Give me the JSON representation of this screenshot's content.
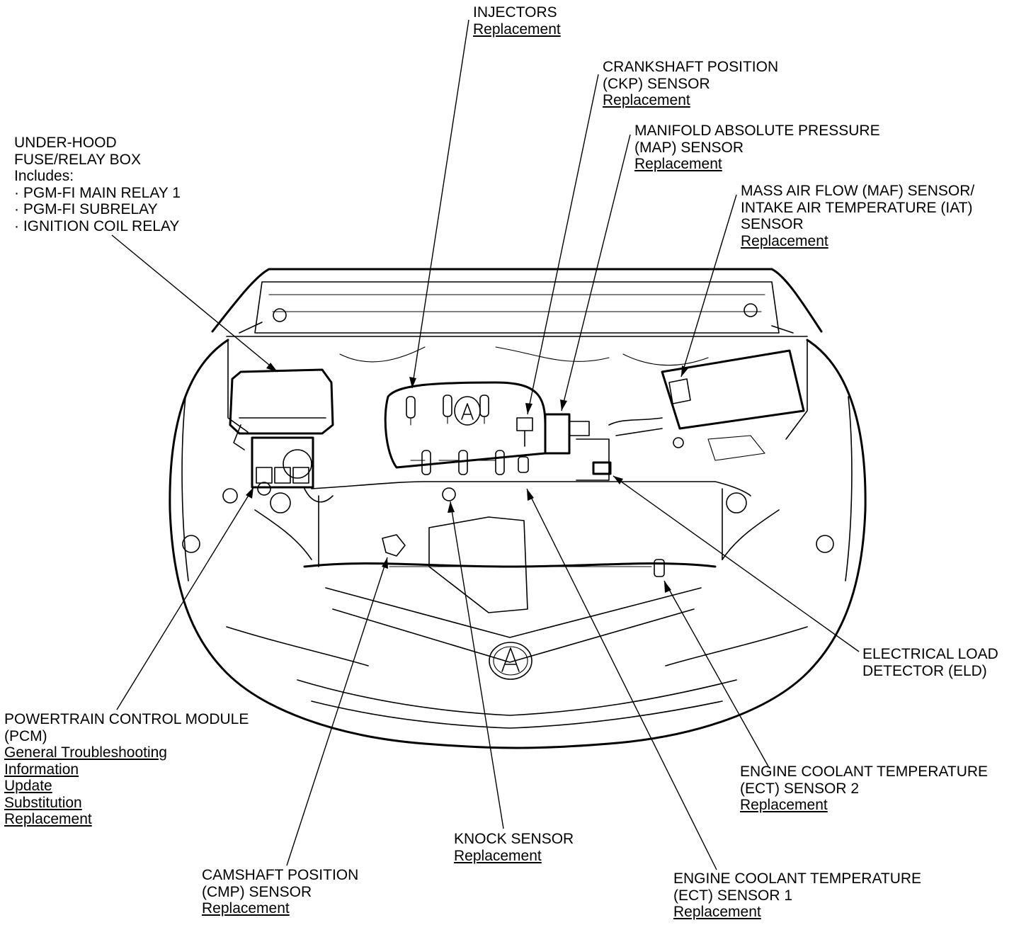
{
  "colors": {
    "ink": "#000000",
    "paper": "#ffffff"
  },
  "callouts": {
    "injectors": {
      "title": [
        "INJECTORS"
      ],
      "links": [
        "Replacement"
      ]
    },
    "ckp": {
      "title": [
        "CRANKSHAFT POSITION",
        "(CKP) SENSOR"
      ],
      "links": [
        "Replacement"
      ]
    },
    "map": {
      "title": [
        "MANIFOLD ABSOLUTE PRESSURE",
        "(MAP) SENSOR"
      ],
      "links": [
        "Replacement"
      ]
    },
    "maf": {
      "title": [
        "MASS AIR FLOW (MAF) SENSOR/",
        "INTAKE AIR TEMPERATURE (IAT)",
        "SENSOR"
      ],
      "links": [
        "Replacement"
      ]
    },
    "fusebox": {
      "title": [
        "UNDER-HOOD",
        "FUSE/RELAY BOX"
      ],
      "includes_label": "Includes:",
      "items": [
        "· PGM-FI MAIN RELAY 1",
        "· PGM-FI SUBRELAY",
        "· IGNITION COIL RELAY"
      ]
    },
    "eld": {
      "title": [
        "ELECTRICAL LOAD",
        "DETECTOR (ELD)"
      ],
      "links": []
    },
    "pcm": {
      "title": [
        "POWERTRAIN CONTROL MODULE",
        "(PCM)"
      ],
      "links": [
        "General Troubleshooting",
        "Information",
        "Update",
        "Substitution",
        "Replacement"
      ]
    },
    "ect2": {
      "title": [
        "ENGINE COOLANT TEMPERATURE",
        "(ECT) SENSOR 2"
      ],
      "links": [
        "Replacement"
      ]
    },
    "knock": {
      "title": [
        "KNOCK SENSOR"
      ],
      "links": [
        "Replacement"
      ]
    },
    "cmp": {
      "title": [
        "CAMSHAFT POSITION",
        "(CMP) SENSOR"
      ],
      "links": [
        "Replacement"
      ]
    },
    "ect1": {
      "title": [
        "ENGINE COOLANT TEMPERATURE",
        "(ECT) SENSOR 1"
      ],
      "links": [
        "Replacement"
      ]
    }
  },
  "icons": {
    "vehicle": "engine-bay-line-drawing",
    "emblem": "acura-logo-icon"
  }
}
